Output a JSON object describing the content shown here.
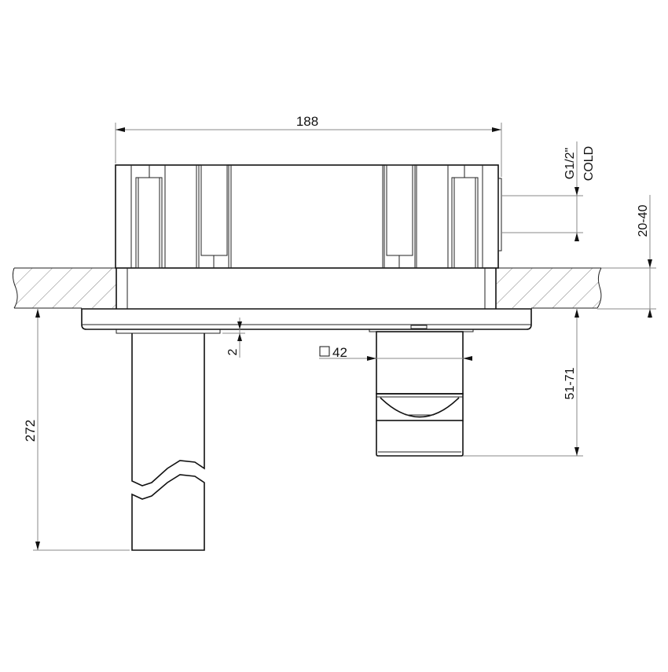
{
  "drawing": {
    "type": "technical-drawing",
    "subject": "wall-mounted basin mixer section view",
    "line_color": "#111111",
    "dimension_line_color": "#888888",
    "background": "#ffffff"
  },
  "dimensions": {
    "overall_width": {
      "label": "188",
      "orientation": "horizontal"
    },
    "connection": {
      "label_line1": "G1/2\"",
      "label_line2": "COLD",
      "orientation": "vertical"
    },
    "wall_thickness": {
      "label": "20-40",
      "orientation": "vertical"
    },
    "plate_offset": {
      "label": "2",
      "orientation": "vertical"
    },
    "spout_square": {
      "label": "42",
      "symbol": "square"
    },
    "spout_projection": {
      "label": "51-71",
      "orientation": "vertical"
    },
    "spout_length": {
      "label": "272",
      "orientation": "vertical"
    }
  }
}
